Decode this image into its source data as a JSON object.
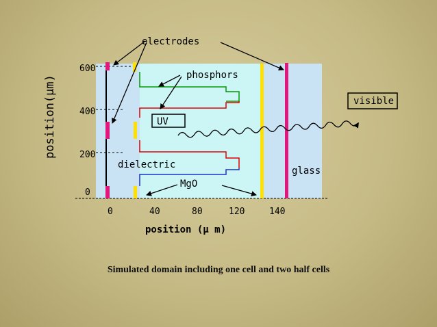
{
  "diagram": {
    "y_axis_label": "position(µm)",
    "y_ticks": [
      "600",
      "400",
      "200",
      "0"
    ],
    "x_ticks": [
      "0",
      "40",
      "80",
      "120",
      "140"
    ],
    "x_axis_label": "position (µ m)",
    "labels": {
      "electrodes": "electrodes",
      "phosphors": "phosphors",
      "uv": "UV",
      "dielectric": "dielectric",
      "mgo": "MgO",
      "glass": "glass",
      "visible": "visible"
    },
    "colors": {
      "cell_bg": "#c9e3f5",
      "gas_bg": "#ccf5f5",
      "electrode": "#e0187e",
      "dielectric_edge": "#ffe000",
      "phosphor_green": "#009900",
      "phosphor_red": "#dd0000",
      "phosphor_blue": "#1a33cc"
    }
  },
  "caption": "Simulated domain including one cell and two half cells"
}
